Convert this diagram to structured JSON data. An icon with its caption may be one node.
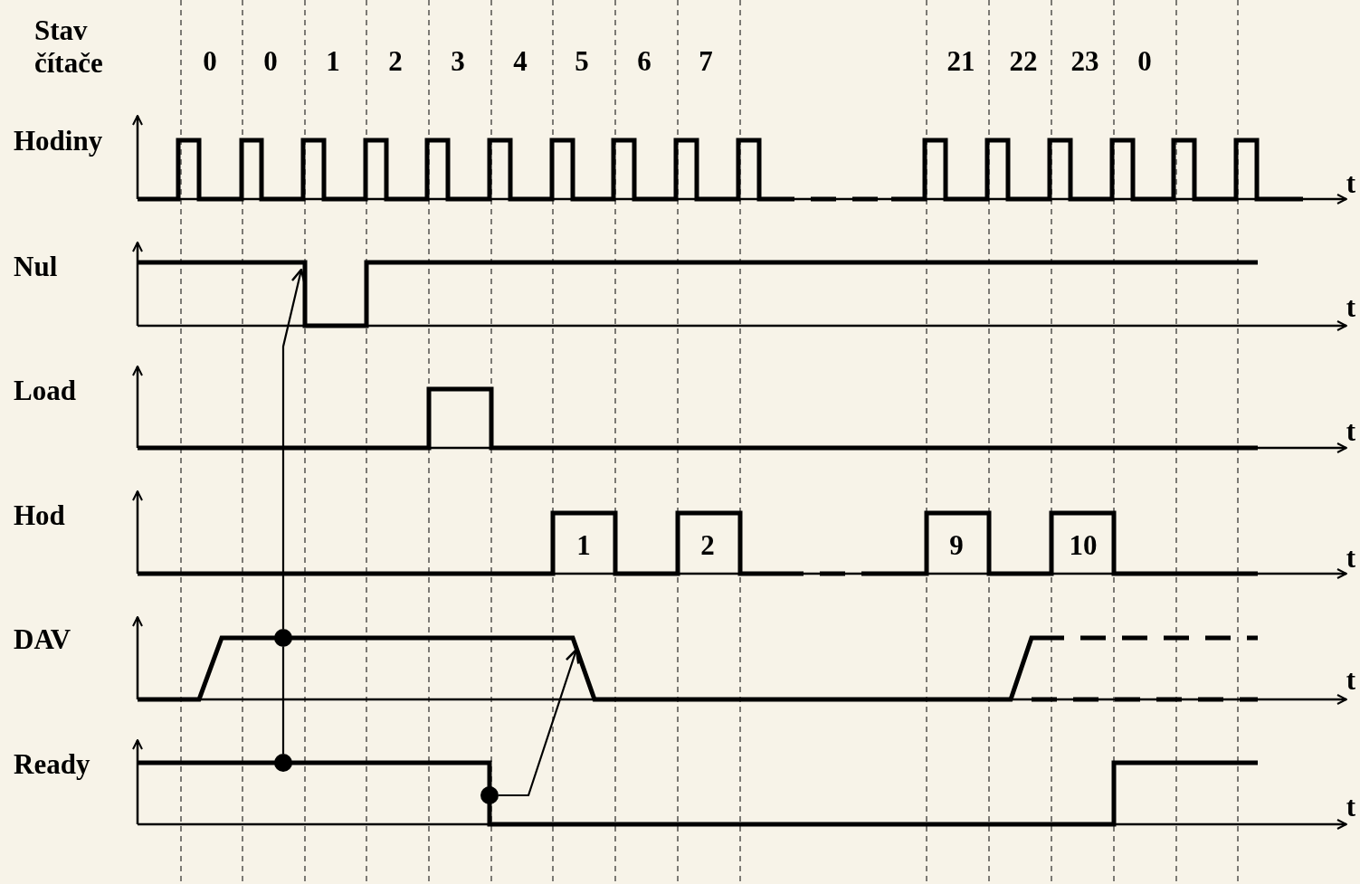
{
  "diagram": {
    "nodes": [
      {
        "text": [],
        "shape": "circle"
      },
      {
        "text": [],
        "shape": "circle"
      },
      {
        "text": [],
        "shape": "circle"
      }
    ],
    "edges": [
      {
        "from": 1,
        "to": 0,
        "arrow": "none"
      },
      {
        "from": 0,
        "to": null,
        "arrow": "to"
      },
      {
        "from": 2,
        "to": null,
        "arrow": "to"
      }
    ],
    "labels": [
      "Stav čítače",
      "0",
      "0",
      "1",
      "2",
      "3",
      "4",
      "5",
      "6",
      "7",
      "21",
      "22",
      "23",
      "0",
      "Hodiny",
      "t",
      "Nul",
      "t",
      "Load",
      "t",
      "Hod",
      "1",
      "2",
      "9",
      "10",
      "t",
      "DAV",
      "t",
      "Ready",
      "t"
    ]
  }
}
